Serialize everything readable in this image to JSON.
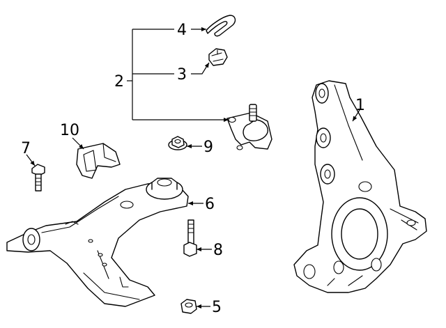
{
  "diagram": {
    "callouts": [
      {
        "id": "1",
        "label": "1"
      },
      {
        "id": "2",
        "label": "2"
      },
      {
        "id": "3",
        "label": "3"
      },
      {
        "id": "4",
        "label": "4"
      },
      {
        "id": "5",
        "label": "5"
      },
      {
        "id": "6",
        "label": "6"
      },
      {
        "id": "7",
        "label": "7"
      },
      {
        "id": "8",
        "label": "8"
      },
      {
        "id": "9",
        "label": "9"
      },
      {
        "id": "10",
        "label": "10"
      }
    ],
    "colors": {
      "ink": "#000000",
      "paper": "#ffffff"
    }
  }
}
